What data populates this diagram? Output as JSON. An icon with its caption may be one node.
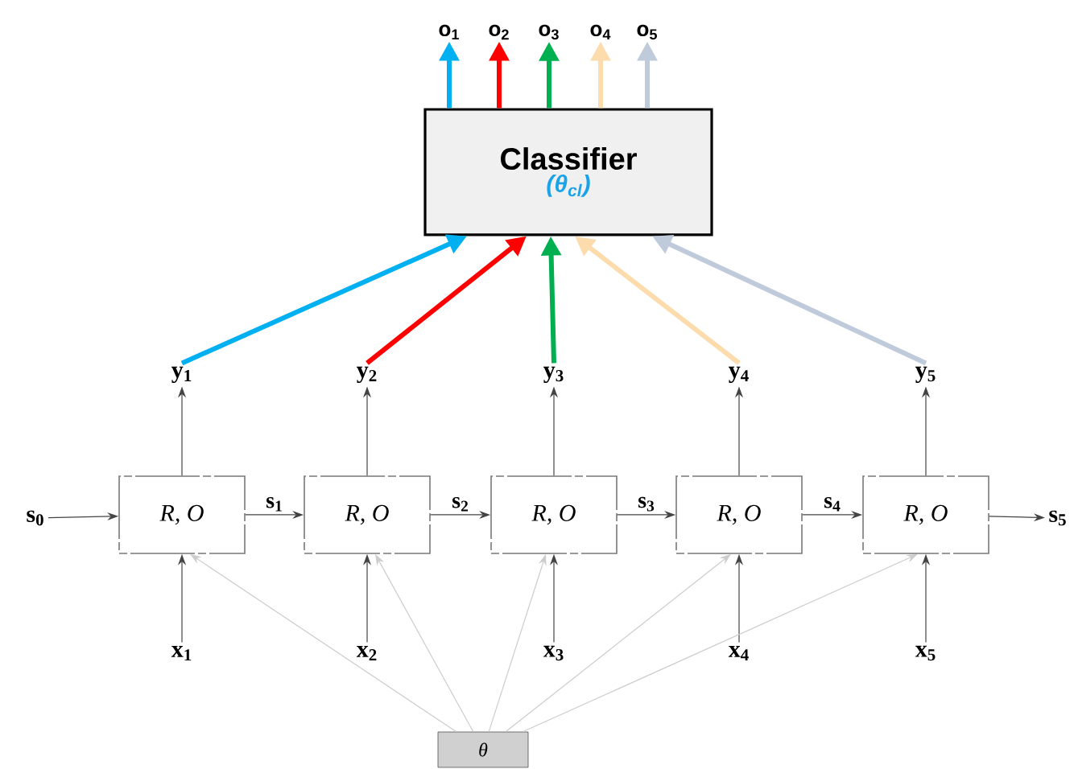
{
  "diagram": {
    "nodes": [
      {
        "text": [
          "Classifier",
          "(θ$_{cl}$)"
        ]
      },
      {
        "text": [
          "o$_{1}$"
        ]
      },
      {
        "text": [
          "o$_{2}$"
        ]
      },
      {
        "text": [
          "o$_{3}$"
        ]
      },
      {
        "text": [
          "o$_{4}$"
        ]
      },
      {
        "text": [
          "o$_{5}$"
        ]
      },
      {
        "text": [
          "y$_{1}$"
        ]
      },
      {
        "text": [
          "y$_{2}$"
        ]
      },
      {
        "text": [
          "y$_{3}$"
        ]
      },
      {
        "text": [
          "y$_{4}$"
        ]
      },
      {
        "text": [
          "y$_{5}$"
        ]
      },
      {
        "text": [
          "R, O"
        ]
      },
      {
        "text": [
          "R, O"
        ]
      },
      {
        "text": [
          "R, O"
        ]
      },
      {
        "text": [
          "R, O"
        ]
      },
      {
        "text": [
          "R, O"
        ]
      },
      {
        "text": [
          "s$_{0}$"
        ]
      },
      {
        "text": [
          "s$_{5}$"
        ]
      },
      {
        "text": [
          "x$_{1}$"
        ]
      },
      {
        "text": [
          "x$_{2}$"
        ]
      },
      {
        "text": [
          "x$_{3}$"
        ]
      },
      {
        "text": [
          "x$_{4}$"
        ]
      },
      {
        "text": [
          "x$_{5}$"
        ]
      },
      {
        "text": [
          "θ"
        ]
      }
    ],
    "edges": [
      {
        "from": 0,
        "to": 1,
        "arrow": "to",
        "style": "thick",
        "color": "#00b0f0"
      },
      {
        "from": 0,
        "to": 2,
        "arrow": "to",
        "style": "thick",
        "color": "#ff0000"
      },
      {
        "from": 0,
        "to": 3,
        "arrow": "to",
        "style": "thick",
        "color": "#00b050"
      },
      {
        "from": 0,
        "to": 4,
        "arrow": "to",
        "style": "thick",
        "color": "#fcdcac"
      },
      {
        "from": 0,
        "to": 5,
        "arrow": "to",
        "style": "thick",
        "color": "#bfcbdb"
      },
      {
        "from": 6,
        "to": 0,
        "arrow": "to",
        "style": "thick",
        "color": "#00b0f0"
      },
      {
        "from": 7,
        "to": 0,
        "arrow": "to",
        "style": "thick",
        "color": "#ff0000"
      },
      {
        "from": 8,
        "to": 0,
        "arrow": "to",
        "style": "thick",
        "color": "#00b050"
      },
      {
        "from": 9,
        "to": 0,
        "arrow": "to",
        "style": "thick",
        "color": "#fcdcac"
      },
      {
        "from": 10,
        "to": 0,
        "arrow": "to",
        "style": "thick",
        "color": "#bfcbdb"
      },
      {
        "from": 11,
        "to": 6,
        "arrow": "to"
      },
      {
        "from": 12,
        "to": 7,
        "arrow": "to"
      },
      {
        "from": 13,
        "to": 8,
        "arrow": "to"
      },
      {
        "from": 14,
        "to": 9,
        "arrow": "to"
      },
      {
        "from": 15,
        "to": 10,
        "arrow": "to"
      },
      {
        "from": 16,
        "to": 11,
        "arrow": "to"
      },
      {
        "from": 11,
        "to": 12,
        "arrow": "to",
        "label": "s$_{1}$"
      },
      {
        "from": 12,
        "to": 13,
        "arrow": "to",
        "label": "s$_{2}$"
      },
      {
        "from": 13,
        "to": 14,
        "arrow": "to",
        "label": "s$_{3}$"
      },
      {
        "from": 14,
        "to": 15,
        "arrow": "to",
        "label": "s$_{4}$"
      },
      {
        "from": 15,
        "to": 17,
        "arrow": "to"
      },
      {
        "from": 18,
        "to": 11,
        "arrow": "to"
      },
      {
        "from": 19,
        "to": 12,
        "arrow": "to"
      },
      {
        "from": 20,
        "to": 13,
        "arrow": "to"
      },
      {
        "from": 21,
        "to": 14,
        "arrow": "to"
      },
      {
        "from": 22,
        "to": 15,
        "arrow": "to"
      },
      {
        "from": 23,
        "to": 11,
        "arrow": "to",
        "color": "#cccccc"
      },
      {
        "from": 23,
        "to": 12,
        "arrow": "to",
        "color": "#cccccc"
      },
      {
        "from": 23,
        "to": 13,
        "arrow": "to",
        "color": "#cccccc"
      },
      {
        "from": 23,
        "to": 14,
        "arrow": "to",
        "color": "#cccccc"
      },
      {
        "from": 23,
        "to": 15,
        "arrow": "to",
        "color": "#cccccc"
      }
    ]
  }
}
